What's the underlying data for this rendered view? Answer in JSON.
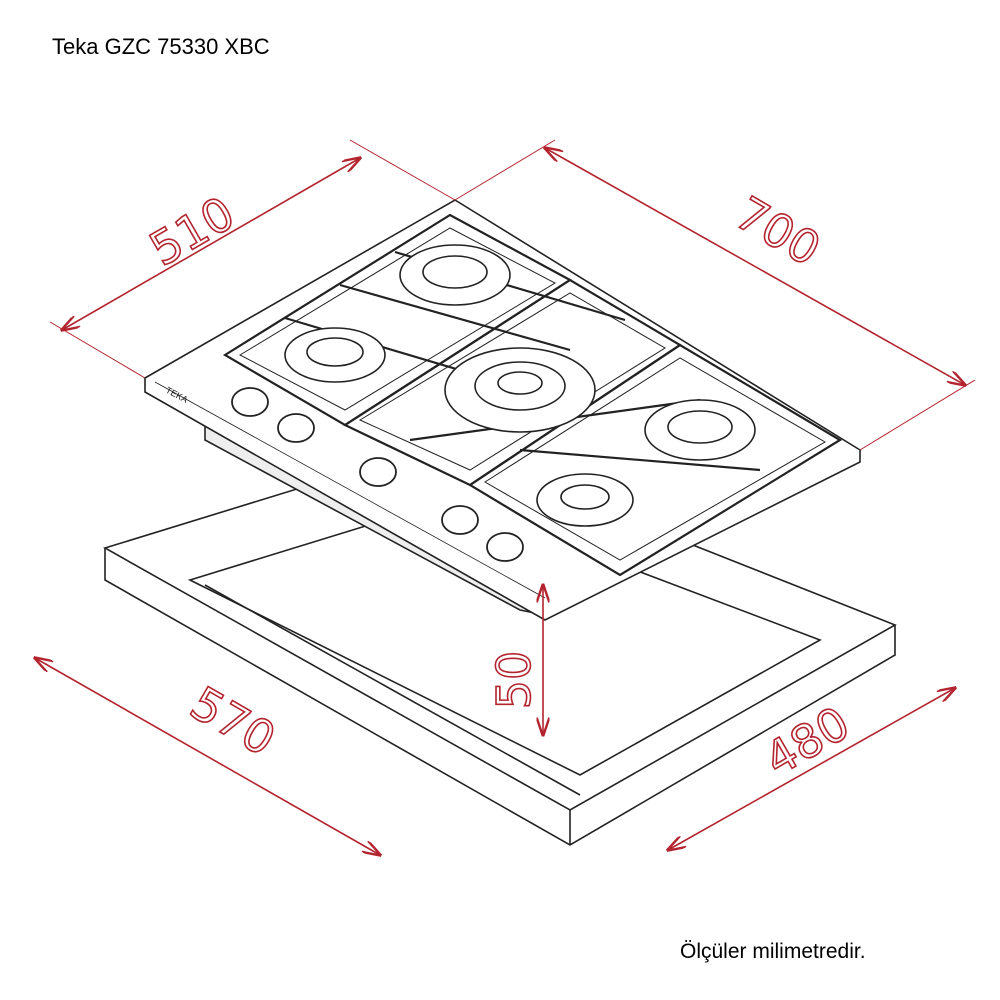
{
  "title": "Teka GZC 75330 XBC",
  "note": "Ölçüler milimetredir.",
  "logo_text": "TEKA",
  "dimensions": {
    "hob_depth": "510",
    "hob_width": "700",
    "cutout_width": "570",
    "cutout_depth": "480",
    "height": "50"
  },
  "colors": {
    "dimension_line": "#b3242f",
    "drawing_line": "#222222"
  }
}
